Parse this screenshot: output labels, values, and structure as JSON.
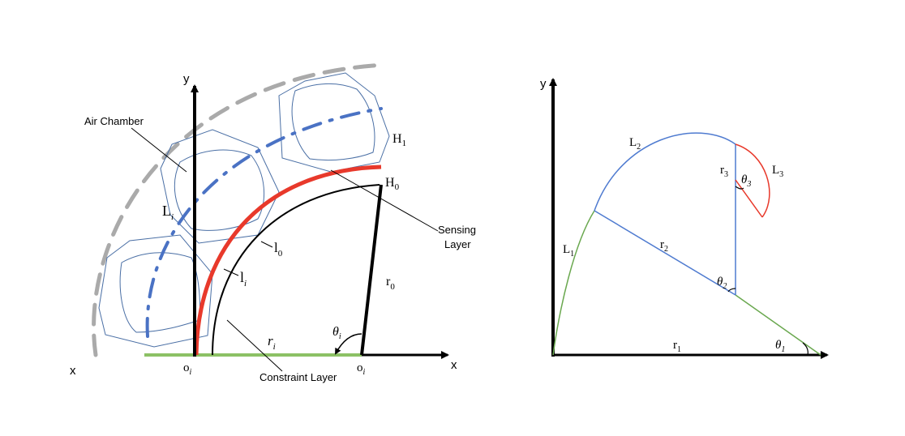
{
  "left_diagram": {
    "axis_y": "y",
    "axis_x_right": "x",
    "axis_x_left": "x",
    "label_air_chamber": "Air Chamber",
    "label_sensing_layer_1": "Sensing",
    "label_sensing_layer_2": "Layer",
    "label_constraint_layer": "Constraint Layer",
    "H1": {
      "base": "H",
      "sub": "1"
    },
    "H0": {
      "base": "H",
      "sub": "0"
    },
    "Li": {
      "base": "L",
      "sub": "i"
    },
    "l0": {
      "base": "l",
      "sub": "0"
    },
    "li": {
      "base": "l",
      "sub": "i"
    },
    "r0": {
      "base": "r",
      "sub": "0"
    },
    "ri": {
      "base": "r",
      "sub": "i"
    },
    "theta_i": {
      "base": "θ",
      "sub": "i"
    },
    "oi_left": {
      "base": "o",
      "sub": "i"
    },
    "oi_right": {
      "base": "o",
      "sub": "i"
    }
  },
  "right_diagram": {
    "axis_y": "y",
    "L1": {
      "base": "L",
      "sub": "1"
    },
    "L2": {
      "base": "L",
      "sub": "2"
    },
    "L3": {
      "base": "L",
      "sub": "3"
    },
    "r1": {
      "base": "r",
      "sub": "1"
    },
    "r2": {
      "base": "r",
      "sub": "2"
    },
    "r3": {
      "base": "r",
      "sub": "3"
    },
    "theta1": {
      "base": "θ",
      "sub": "1"
    },
    "theta2": {
      "base": "θ",
      "sub": "2"
    },
    "theta3": {
      "base": "θ",
      "sub": "3"
    }
  },
  "colors": {
    "sensing_layer": "#e8392b",
    "constraint_layer": "#8cc165",
    "chamber_outline": "#4a6fa5",
    "center_line": "#4a72c4",
    "envelope": "#aaaaaa",
    "curve_blue": "#4f7bd0",
    "curve_green": "#6aa84f",
    "curve_red": "#e8392b"
  }
}
